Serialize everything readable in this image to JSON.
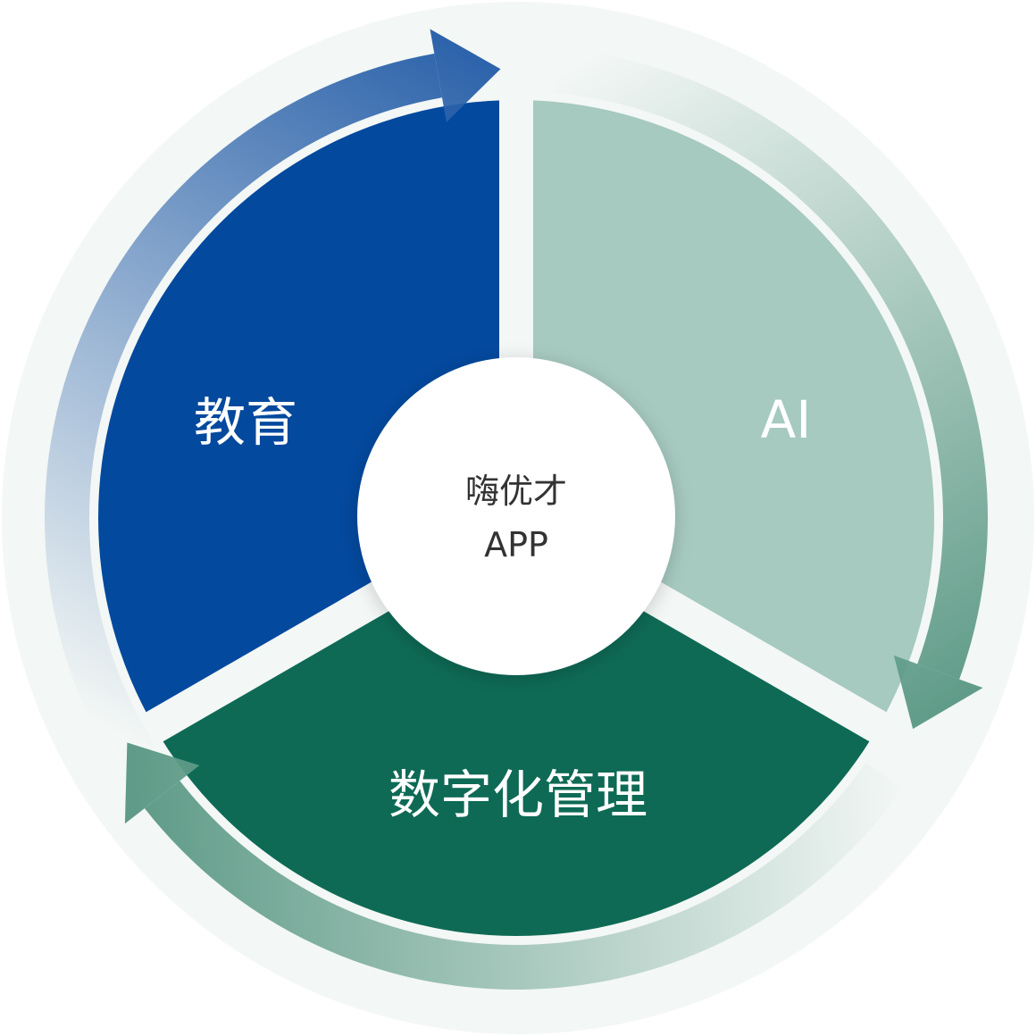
{
  "center": {
    "line1": "嗨优才",
    "line2": "APP"
  },
  "segments": [
    {
      "key": "education",
      "label": "教育",
      "color": "#03499e"
    },
    {
      "key": "ai",
      "label": "AI",
      "color": "#a6c9c0"
    },
    {
      "key": "digital",
      "label": "数字化管理",
      "color": "#0e6a55"
    }
  ],
  "colors": {
    "background_ring": "#f3f7f5",
    "blue_arrow": "#2b62aa",
    "green_arrow": "#5f9b88"
  }
}
